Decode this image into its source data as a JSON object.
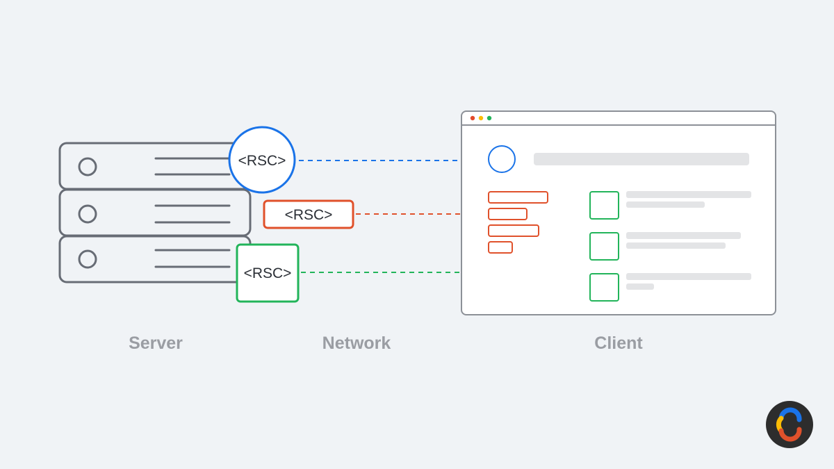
{
  "labels": {
    "server": "Server",
    "network": "Network",
    "client": "Client"
  },
  "payloads": [
    {
      "text": "<RSC>",
      "color": "#1a73e8",
      "shape": "circle"
    },
    {
      "text": "<RSC>",
      "color": "#e0512b",
      "shape": "pill"
    },
    {
      "text": "<RSC>",
      "color": "#22b45a",
      "shape": "square"
    }
  ],
  "browser": {
    "window_dots": [
      "#e34b2b",
      "#fbbc05",
      "#22b45a"
    ],
    "chrome_color": "#8c9097",
    "placeholder_color": "#e3e4e6"
  },
  "server": {
    "stroke_color": "#676c75",
    "rack_units": 3
  },
  "logo": {
    "name": "brand-logo-icon",
    "colors": [
      "#1a73e8",
      "#fbbc05",
      "#e0512b",
      "#2d2d2d"
    ]
  }
}
